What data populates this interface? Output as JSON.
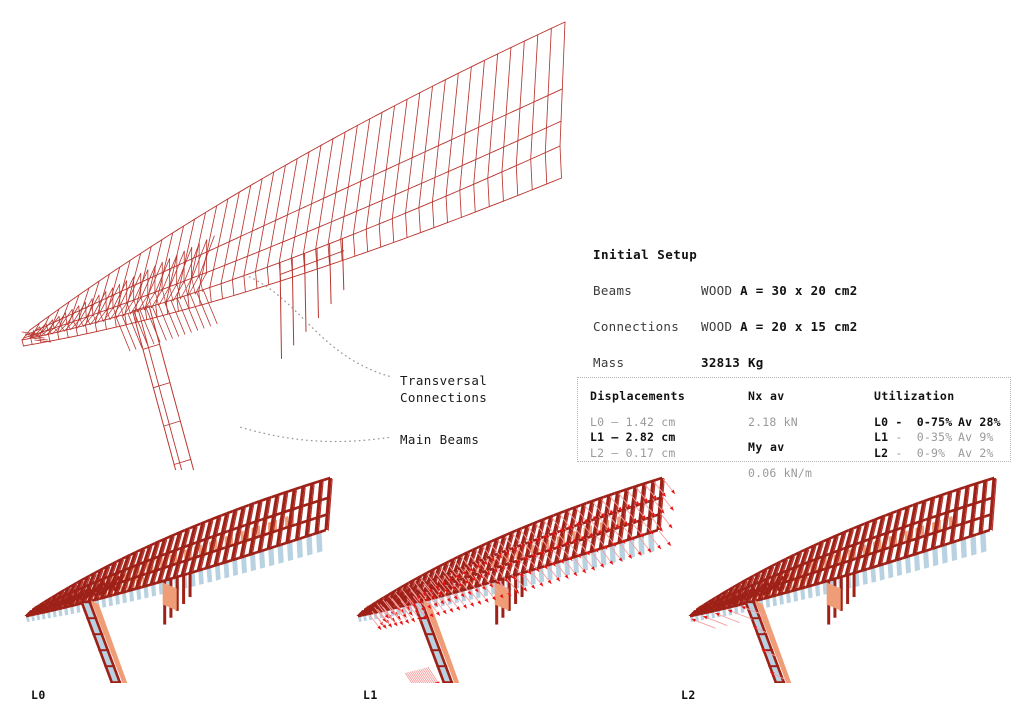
{
  "annotations": {
    "transversal": "Transversal\nConnections",
    "main_beams": "Main Beams"
  },
  "setup": {
    "title": "Initial Setup",
    "rows": [
      {
        "key": "Beams",
        "material": "WOOD ",
        "spec": "A = 30 x 20 cm2"
      },
      {
        "key": "Connections",
        "material": "WOOD ",
        "spec": "A = 20 x 15 cm2"
      }
    ],
    "mass_key": "Mass",
    "mass_value": "32813 Kg"
  },
  "results": {
    "displacements": {
      "header": "Displacements",
      "rows": [
        {
          "text": "L0 — 1.42 cm",
          "bold": false
        },
        {
          "text": "L1 — 2.82 cm",
          "bold": true
        },
        {
          "text": "L2 — 0.17 cm",
          "bold": false
        }
      ]
    },
    "forces": {
      "nx_header": "Nx av",
      "nx_value": "2.18 kN",
      "my_header": "My av",
      "my_value": "0.06 kN/m"
    },
    "utilization": {
      "header": "Utilization",
      "rows": [
        {
          "label": "L0",
          "range": " -  0-75%",
          "av": "Av 28%",
          "bold": true
        },
        {
          "label": "L1",
          "range": " -  0-35%",
          "av": "Av 9%",
          "bold": false
        },
        {
          "label": "L2",
          "range": " -  0-9%",
          "av": "Av 2%",
          "bold": false
        }
      ]
    }
  },
  "variants": [
    {
      "id": "L0",
      "label": "L0"
    },
    {
      "id": "L1",
      "label": "L1"
    },
    {
      "id": "L2",
      "label": "L2"
    }
  ],
  "colors": {
    "wire": "#b9352f",
    "member_dark": "#9e2118",
    "member_mid": "#b5342b",
    "accent_orange": "#ef9d76",
    "accent_blue": "#b9d2e2",
    "arrow_red": "#ee1111",
    "arrow_tail": "#f4a0a0",
    "leader": "#9a9a9a",
    "text": "#111111",
    "text_muted": "#9a9a9a"
  }
}
